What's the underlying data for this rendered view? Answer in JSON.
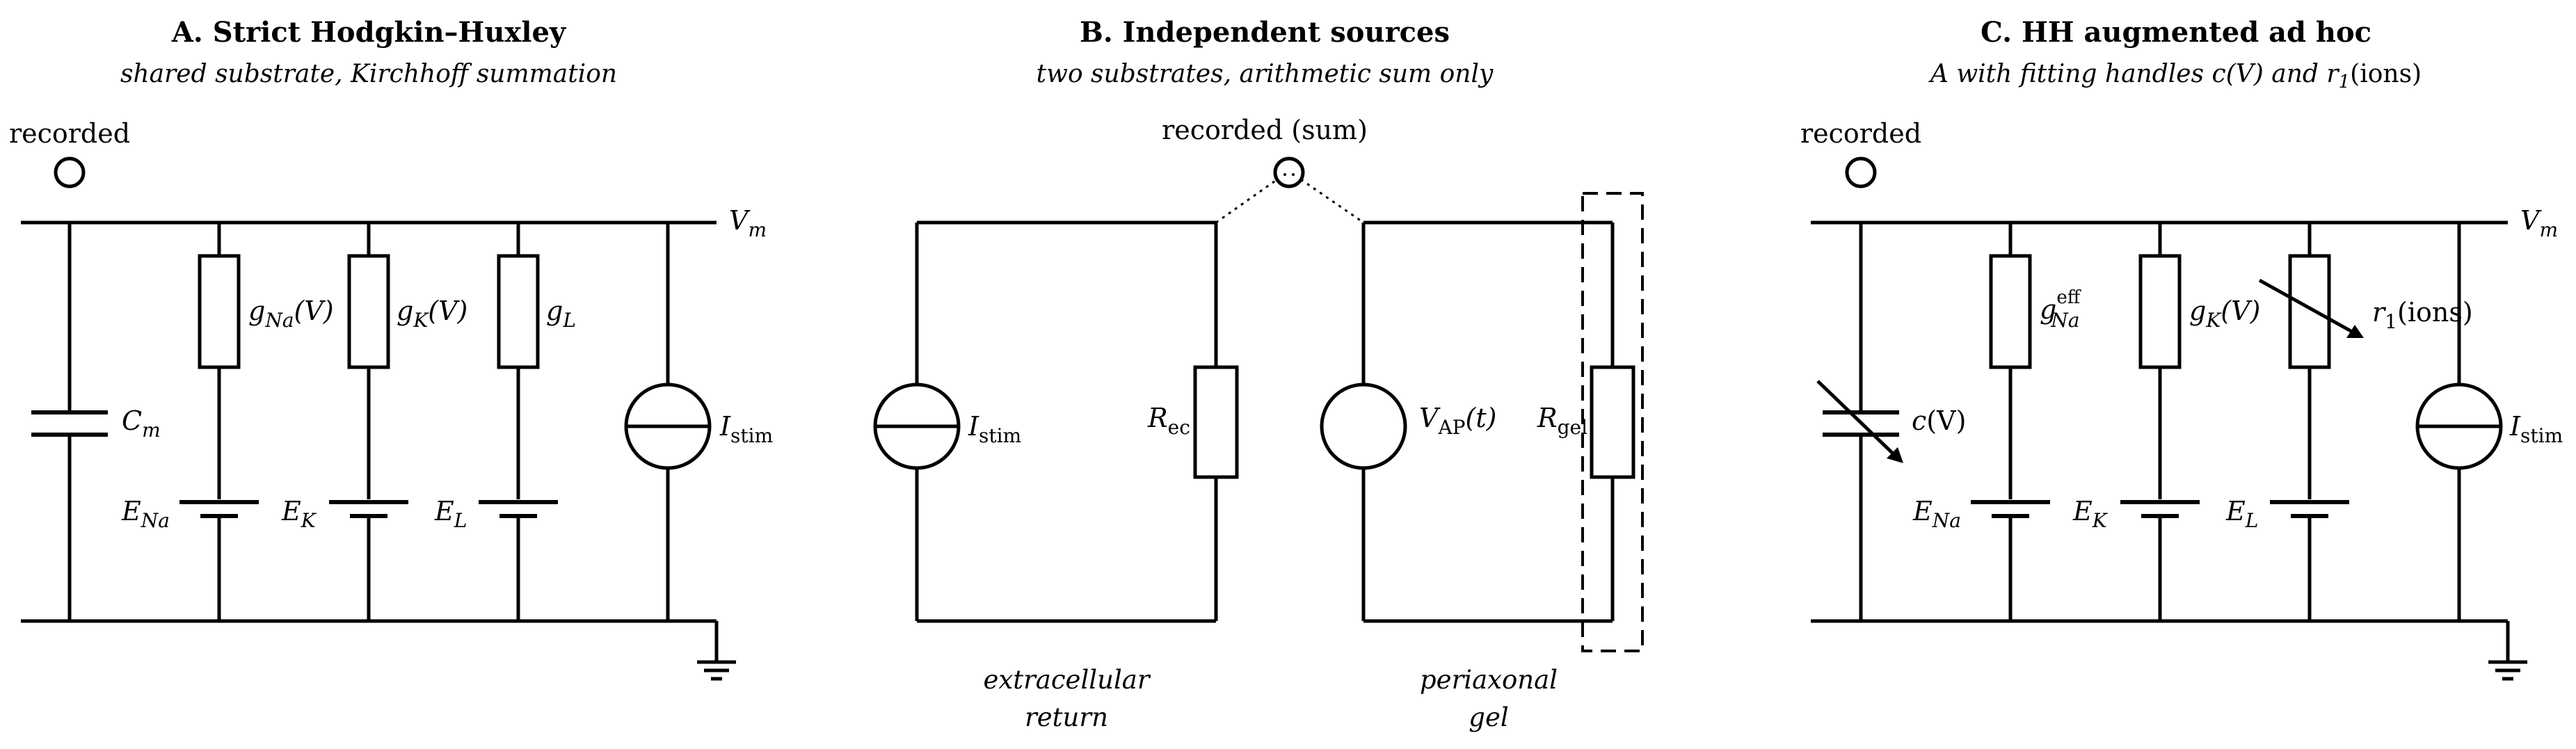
{
  "panels": {
    "a": {
      "title": "A. Strict Hodgkin–Huxley",
      "subtitle": "shared substrate, Kirchhoff summation",
      "recorded": "recorded",
      "vm": "V",
      "vm_sub": "m",
      "cm": "C",
      "cm_sub": "m",
      "gna": "g",
      "gna_sub": "Na",
      "gna_arg": "(V)",
      "gk": "g",
      "gk_sub": "K",
      "gk_arg": "(V)",
      "gl": "g",
      "gl_sub": "L",
      "ena": "E",
      "ena_sub": "Na",
      "ek": "E",
      "ek_sub": "K",
      "el": "E",
      "el_sub": "L",
      "istim": "I",
      "istim_sub": "stim"
    },
    "b": {
      "title": "B. Independent sources",
      "subtitle": "two substrates, arithmetic sum only",
      "recorded": "recorded (sum)",
      "istim": "I",
      "istim_sub": "stim",
      "rec": "R",
      "rec_sub": "ec",
      "vap": "V",
      "vap_sub": "AP",
      "vap_arg": "(t)",
      "rgel": "R",
      "rgel_sub": "gel",
      "left_note_1": "extracellular",
      "left_note_2": "return",
      "right_note_1": "periaxonal",
      "right_note_2": "gel"
    },
    "c": {
      "title": "C. HH augmented ad hoc",
      "subtitle_prefix": "A with fitting handles",
      "subtitle_c": "c",
      "subtitle_cv": "(V)",
      "subtitle_and": "and",
      "subtitle_r": "r",
      "subtitle_r_sub": "1",
      "subtitle_ions": "(ions)",
      "recorded": "recorded",
      "vm": "V",
      "vm_sub": "m",
      "cv": "c",
      "cv_arg": "(V)",
      "gna": "g",
      "gna_sub": "Na",
      "gna_sup": "eff",
      "gk": "g",
      "gk_sub": "K",
      "gk_arg": "(V)",
      "r1": "r",
      "r1_sub": "1",
      "r1_arg": "(ions)",
      "ena": "E",
      "ena_sub": "Na",
      "ek": "E",
      "ek_sub": "K",
      "el": "E",
      "el_sub": "L",
      "istim": "I",
      "istim_sub": "stim"
    }
  }
}
